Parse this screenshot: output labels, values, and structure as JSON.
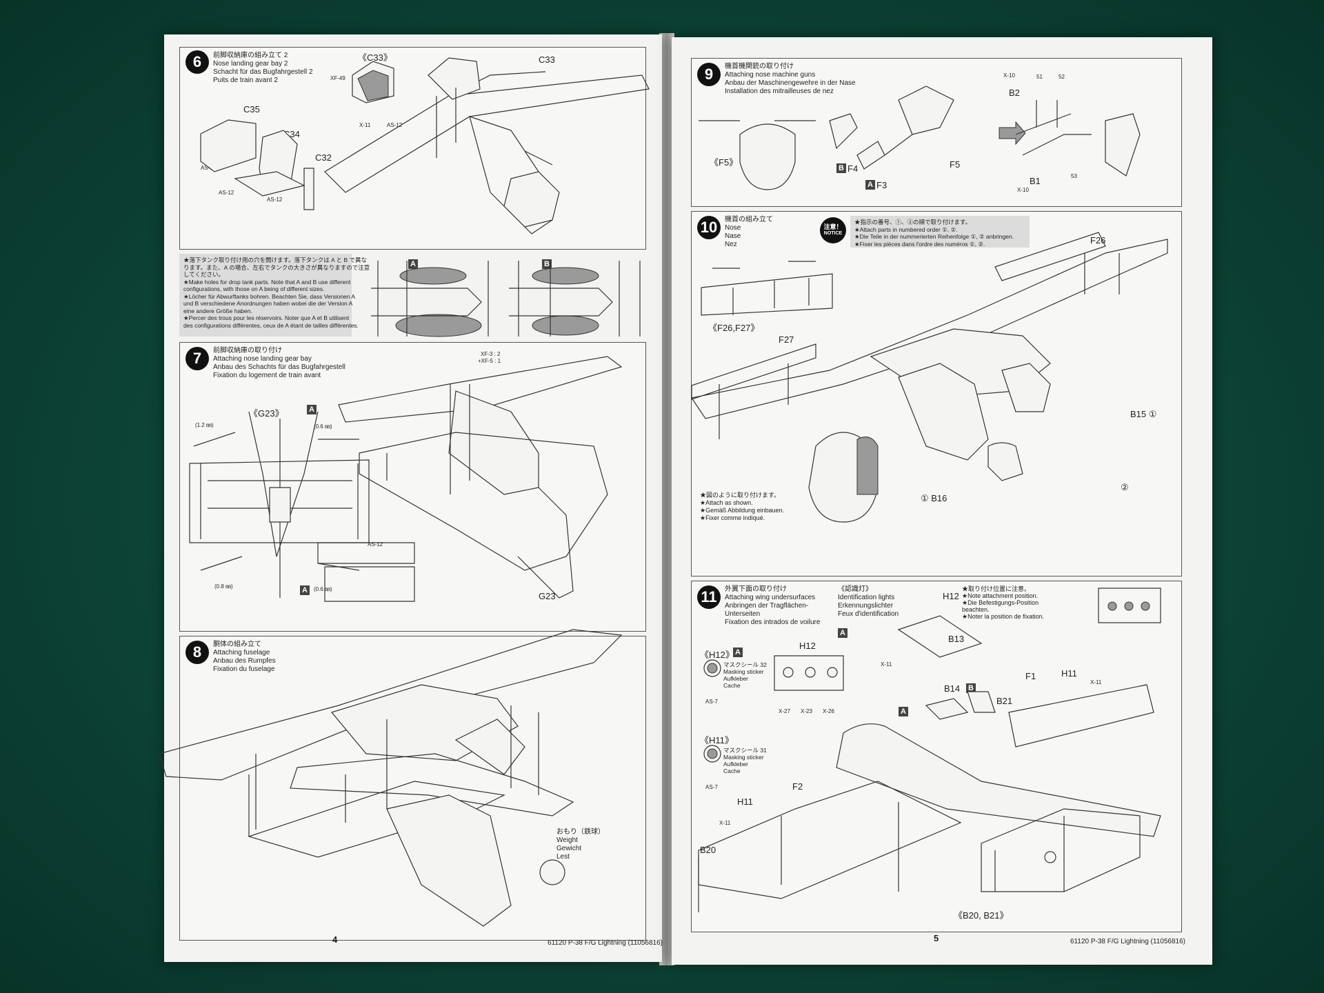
{
  "left": {
    "step6": {
      "num": "6",
      "jp": "前脚収納庫の組み立て 2",
      "en": "Nose landing gear bay 2",
      "de": "Schacht für das Bugfahrgestell 2",
      "fr": "Puits de train avant 2",
      "parts": {
        "c33a": "《C33》",
        "c33": "C33",
        "c35": "C35",
        "c34": "C34",
        "c32": "C32",
        "xf49": "XF-49",
        "x11": "X-11",
        "as12a": "AS-12",
        "as12b": "AS-12",
        "as12c": "AS-12",
        "as12d": "AS-12"
      }
    },
    "drop_note": {
      "jp1": "★落下タンク取り付け用の穴を開けます。落下タンクは A と B で異な",
      "jp2": "ります。また、A の場合、左右でタンクの大きさが異なりますので注意",
      "jp3": "してください。",
      "en1": "★Make holes for drop tank parts. Note that A and B use different",
      "en2": "configurations, with those on A being of different sizes.",
      "de1": "★Löcher für Abwurftanks bohren. Beachten Sie, dass Versionen A",
      "de2": "und B verschiedene Anordnungen haben wobei die der Version A",
      "de3": "eine andere Größe haben.",
      "fr1": "★Percer des trous pour les réservoirs. Noter que A et B utilisent",
      "fr2": "des configurations différentes, ceux de A étant de tailles différentes.",
      "a": "A",
      "b": "B"
    },
    "step7": {
      "num": "7",
      "jp": "前脚収納庫の取り付け",
      "en": "Attaching nose landing gear bay",
      "de": "Anbau des Schachts für das Bugfahrgestell",
      "fr": "Fixation du logement de train avant",
      "parts": {
        "g23a": "《G23》",
        "a1": "A",
        "a2": "A",
        "d12": "(1.2 ㎜)",
        "d06a": "(0.6 ㎜)",
        "d08": "(0.8 ㎜)",
        "d06b": "(0.6 ㎜)",
        "xf3": "XF-3 : 2",
        "xf5": "+XF-5 : 1",
        "as12": "AS-12",
        "g23": "G23"
      }
    },
    "step8": {
      "num": "8",
      "jp": "胴体の組み立て",
      "en": "Attaching fuselage",
      "de": "Anbau des Rumpfes",
      "fr": "Fixation du fuselage",
      "weight": {
        "jp": "おもり（鉄球）",
        "en": "Weight",
        "de": "Gewicht",
        "fr": "Lest"
      }
    },
    "page_no": "4",
    "footer": "61120  P-38 F/G Lightning (11056816)"
  },
  "right": {
    "step9": {
      "num": "9",
      "jp": "機首機関銃の取り付け",
      "en": "Attaching nose machine guns",
      "de": "Anbau der Maschinengewehre in der Nase",
      "fr": "Installation des mitrailleuses de nez",
      "parts": {
        "f5a": "《F5》",
        "f4": "F4",
        "f3": "F3",
        "f5": "F5",
        "b": "B",
        "a": "A",
        "x10a": "X-10",
        "b2": "B2",
        "p51": "51",
        "p52": "52",
        "p53": "53",
        "b1": "B1",
        "x10b": "X-10"
      }
    },
    "step10": {
      "num": "10",
      "jp": "機首の組み立て",
      "en": "Nose",
      "de": "Nase",
      "fr": "Nez",
      "notice": {
        "badge": "注意！",
        "badge_en": "NOTICE",
        "jp": "★指示の番号、①、②の順で取り付けます。",
        "en": "★Attach parts in numbered order ①, ②.",
        "de": "★Die Teile in der nummerierten Reihenfolge ①, ② anbringen.",
        "fr": "★Fixer les pièces dans l'ordre des numéros ①, ②."
      },
      "parts": {
        "f2627": "《F26,F27》",
        "f27": "F27",
        "f26": "F26",
        "b15": "B15 ①",
        "b16": "① B16",
        "n2": "②"
      },
      "shown": {
        "jp": "★図のように取り付けます。",
        "en": "★Attach as shown.",
        "de": "★Gemäß Abbildung einbauen.",
        "fr": "★Fixer comme indiqué."
      }
    },
    "step11": {
      "num": "11",
      "jp": "外翼下面の取り付け",
      "en": "Attaching wing undersurfaces",
      "de": "Anbringen der Tragflächen-",
      "de2": "Unterseiten",
      "fr": "Fixation des intrados de voilure",
      "lights": {
        "jp": "《認識灯》",
        "en": "Identification lights",
        "de": "Erkennungslichter",
        "fr": "Feux d'identification",
        "a": "A"
      },
      "note": {
        "jp": "★取り付け位置に注意。",
        "en": "★Note attachment position.",
        "de": "★Die Befestigungs-Position",
        "de2": "beachten.",
        "fr": "★Noter la position de fixation."
      },
      "parts": {
        "h12a": "《H12》",
        "a1": "A",
        "mask1_jp": "マスクシール 32",
        "mask_en": "Masking sticker",
        "mask_de": "Aufkleber",
        "mask_fr": "Cache",
        "as7a": "AS-7",
        "h12b": "H12",
        "x27": "X-27",
        "x23": "X-23",
        "x26": "X-26",
        "h12c": "H12",
        "x11a": "X-11",
        "b13": "B13",
        "h11a": "《H11》",
        "mask2_jp": "マスクシール 31",
        "as7b": "AS-7",
        "b14": "B14",
        "b": "B",
        "a2": "A",
        "f1": "F1",
        "h11b": "H11",
        "x11b": "X-11",
        "b21": "B21",
        "f2": "F2",
        "h11c": "H11",
        "x11c": "X-11",
        "b20": "B20",
        "b2021": "《B20, B21》"
      }
    },
    "page_no": "5",
    "footer": "61120  P-38 F/G Lightning (11056816)"
  }
}
